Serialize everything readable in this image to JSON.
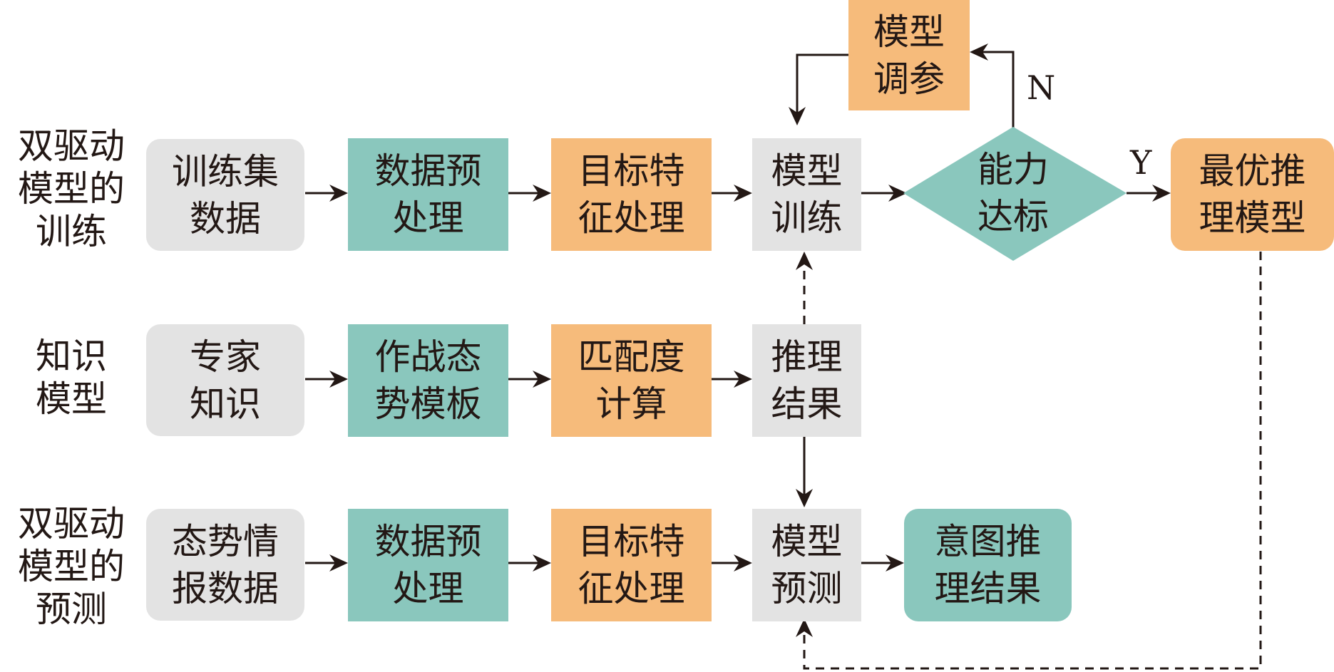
{
  "colors": {
    "gray": "#e3e3e3",
    "teal": "#8ac7bd",
    "orange": "#f6bb7b",
    "line": "#231815"
  },
  "rows": {
    "train": {
      "label": "双驱动\n模型的\n训练"
    },
    "knowledge": {
      "label": "知识\n模型"
    },
    "predict": {
      "label": "双驱动\n模型的\n预测"
    }
  },
  "nodes": {
    "train_data": "训练集\n数据",
    "train_pre": "数据预\n处理",
    "train_feat": "目标特\n征处理",
    "train_model": "模型\n训练",
    "tune": "模型\n调参",
    "ability": "能力\n达标",
    "best": "最优推\n理模型",
    "expert": "专家\n知识",
    "template": "作战态\n势模板",
    "match": "匹配度\n计算",
    "reason": "推理\n结果",
    "intel": "态势情\n报数据",
    "pred_pre": "数据预\n处理",
    "pred_feat": "目标特\n征处理",
    "pred_model": "模型\n预测",
    "intent": "意图推\n理结果"
  },
  "labels": {
    "no": "N",
    "yes": "Y"
  }
}
